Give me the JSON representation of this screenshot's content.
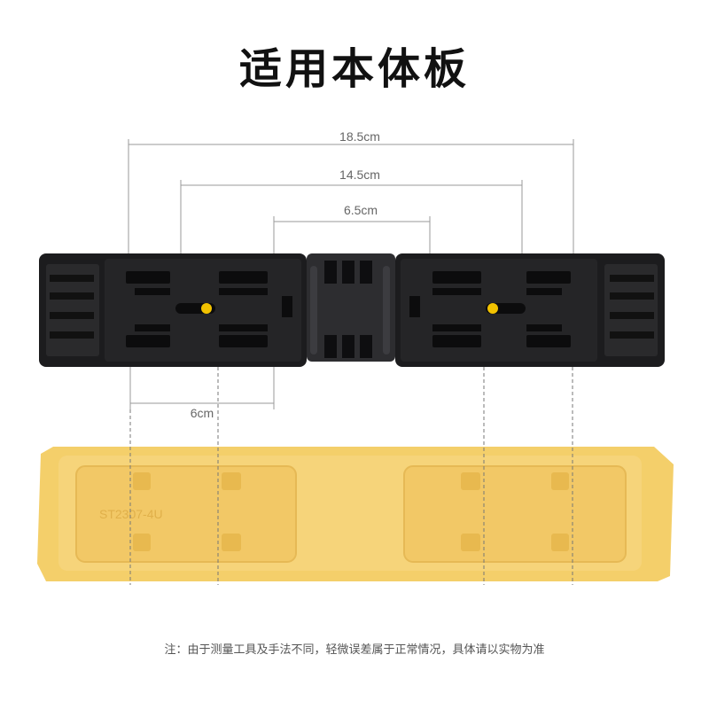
{
  "title": "适用本体板",
  "dimensions": {
    "d1": "18.5cm",
    "d2": "14.5cm",
    "d3": "6.5cm",
    "d4": "6cm"
  },
  "plate_text": "ST2307-4U",
  "note": "注：由于测量工具及手法不同，轻微误差属于正常情况，具体请以实物为准",
  "colors": {
    "clip_black": "#1c1c1e",
    "plate_yellow": "#f4cf6a",
    "dim_line": "#9a9a9a",
    "knob": "#f2c200"
  }
}
